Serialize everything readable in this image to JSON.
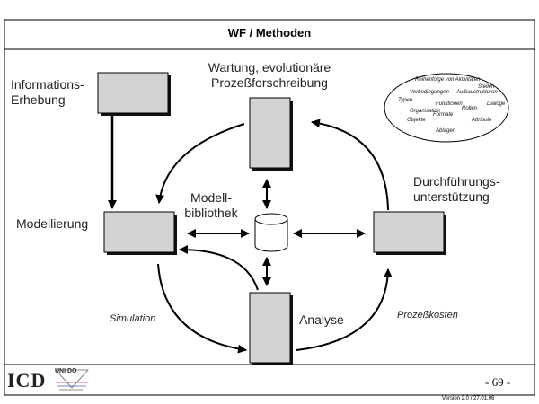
{
  "header": {
    "title": "WF / Methoden"
  },
  "labels": {
    "informations_line1": "Informations-",
    "informations_line2": "Erhebung",
    "wartung_line1": "Wartung, evolutionäre",
    "wartung_line2": "Prozeßforschreibung",
    "durchfuehrung_line1": "Durchführungs-",
    "durchfuehrung_line2": "unterstützung",
    "modellierung": "Modellierung",
    "modell_line1": "Modell-",
    "modell_line2": "bibliothek",
    "analyse": "Analyse",
    "simulation": "Simulation",
    "prozesskosten": "Prozeßkosten"
  },
  "ellipse_terms": {
    "t1": "Reihenfolge von Aktivitäten",
    "t2": "Stellen",
    "t3": "Vorbedingungen",
    "t4": "Aufbaustrukturen",
    "t5": "Typen",
    "t6": "Funktionen",
    "t7": "Rollen",
    "t8": "Dialoge",
    "t9": "Organisation",
    "t10": "Formate",
    "t11": "Objekte",
    "t12": "Attribute",
    "t13": "Ablagen"
  },
  "footer": {
    "logo_icd": "ICD",
    "logo_unido": "UNI DO",
    "page_number": "- 69 -",
    "version": "Version 2.0 / 27.01.96"
  },
  "colors": {
    "box_fill": "#d3d3d3",
    "line": "#000000"
  }
}
